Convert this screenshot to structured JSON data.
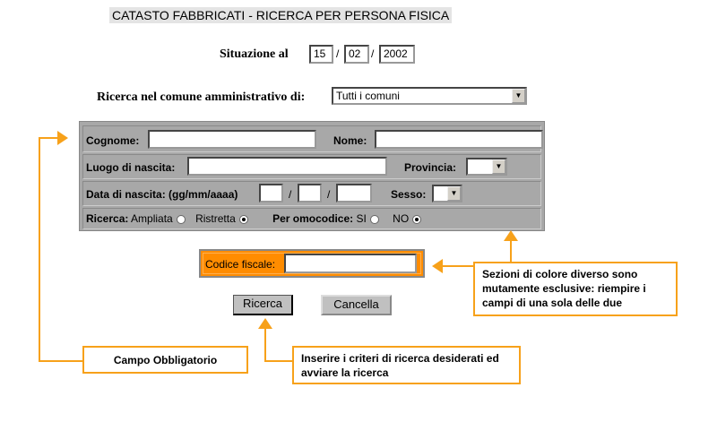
{
  "title": "CATASTO FABBRICATI - RICERCA PER PERSONA FISICA",
  "situazione": {
    "label": "Situazione al",
    "day": "15",
    "month": "02",
    "year": "2002",
    "sep": "/"
  },
  "comune": {
    "label": "Ricerca nel comune amministrativo di:",
    "value": "Tutti i comuni"
  },
  "form": {
    "cognome": "Cognome:",
    "nome": "Nome:",
    "luogo": "Luogo di nascita:",
    "provincia": "Provincia:",
    "data": "Data di nascita: (gg/mm/aaaa)",
    "sep": "/",
    "sesso": "Sesso:",
    "ricerca": "Ricerca:",
    "ampliata": "Ampliata",
    "ristretta": "Ristretta",
    "omocodice": "Per omocodice:",
    "si": "SI",
    "no": "NO"
  },
  "codice": {
    "label": "Codice fiscale:"
  },
  "buttons": {
    "ricerca": "Ricerca",
    "cancella": "Cancella"
  },
  "notes": {
    "sezioni": "Sezioni di colore diverso sono mutamente esclusive: riempire i campi di una sola delle due",
    "campo": "Campo Obbligatorio",
    "inserire": "Inserire i criteri di ricerca desiderati ed avviare la ricerca"
  },
  "colors": {
    "accent": "#f7a11a",
    "orange_section": "#ff8c00",
    "gray_section": "#a8a8a8"
  }
}
